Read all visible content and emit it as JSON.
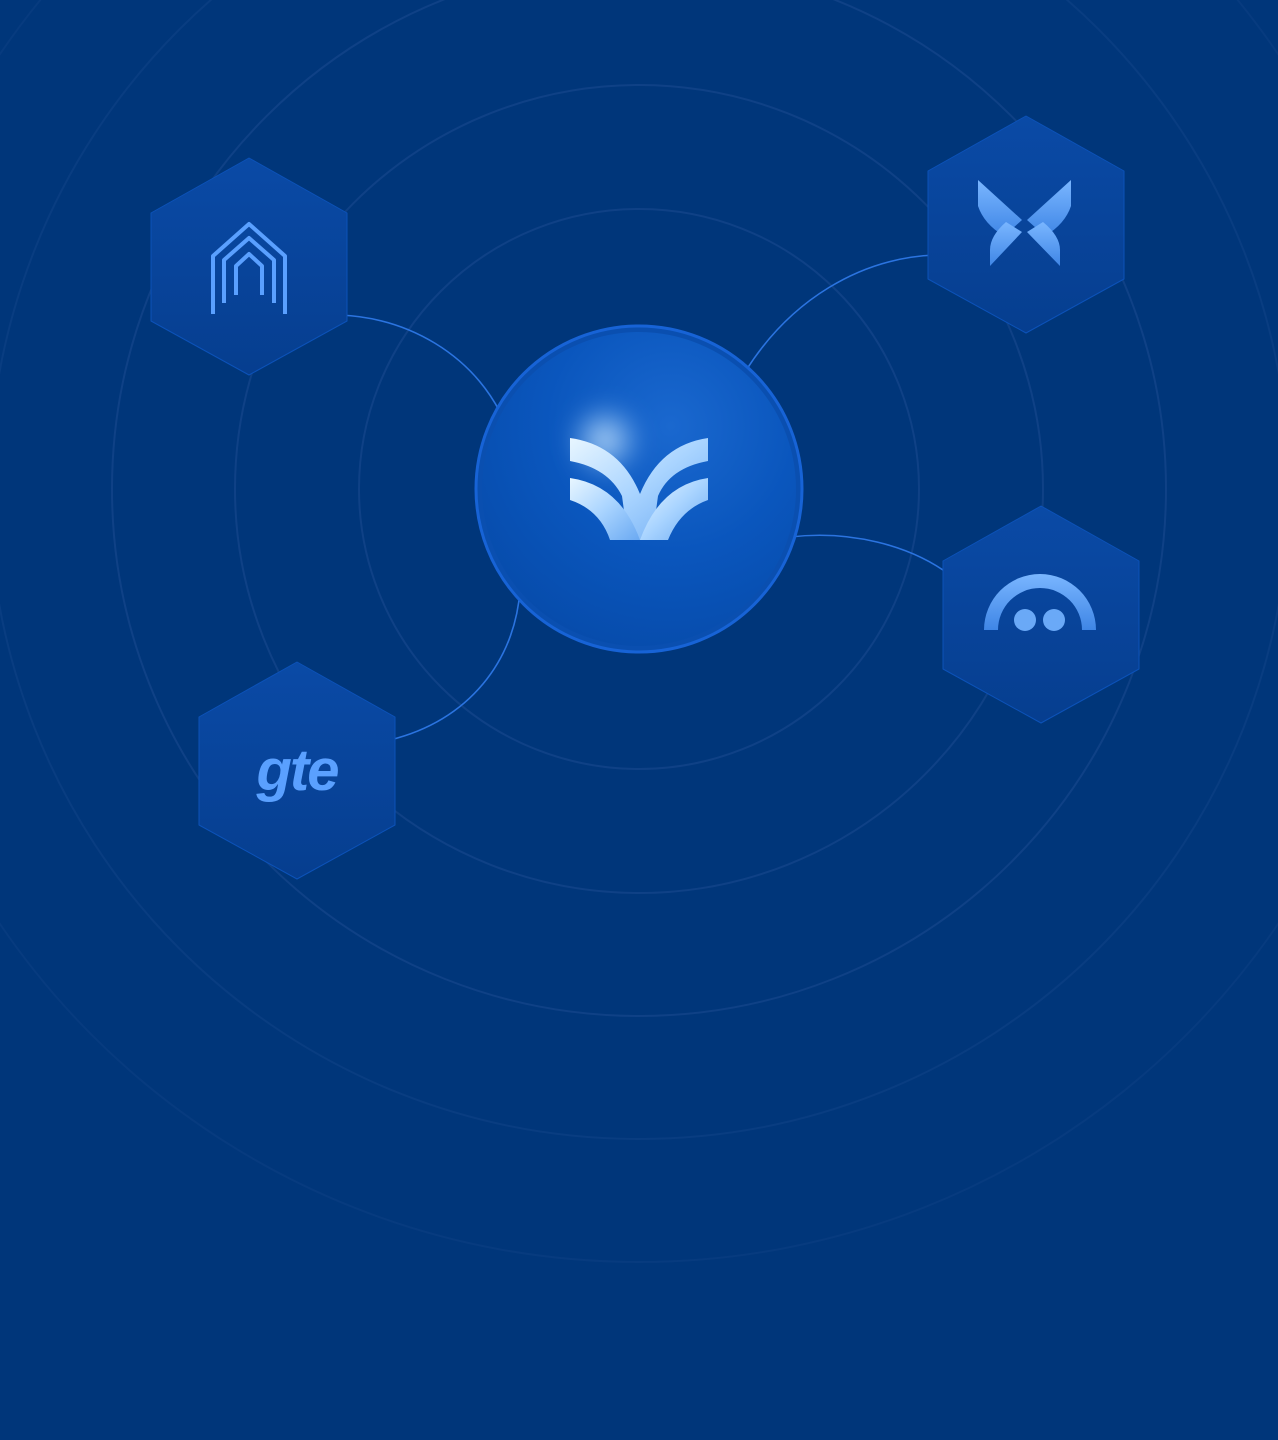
{
  "hub": {
    "logo": "brand-logo-icon"
  },
  "partners": [
    {
      "id": "arch",
      "icon": "arch-logo-icon"
    },
    {
      "id": "butterfly",
      "icon": "butterfly-logo-icon"
    },
    {
      "id": "smile",
      "icon": "smile-logo-icon"
    },
    {
      "id": "gte",
      "icon": "gte-logo-icon",
      "label": "gte"
    }
  ],
  "colors": {
    "background": "#00367a",
    "ring": "#1b4a8f",
    "hexagon": "#0a4aa6",
    "hub": "#0a56c0",
    "connector": "#2b74e0",
    "icon": "#5aa0ff"
  }
}
